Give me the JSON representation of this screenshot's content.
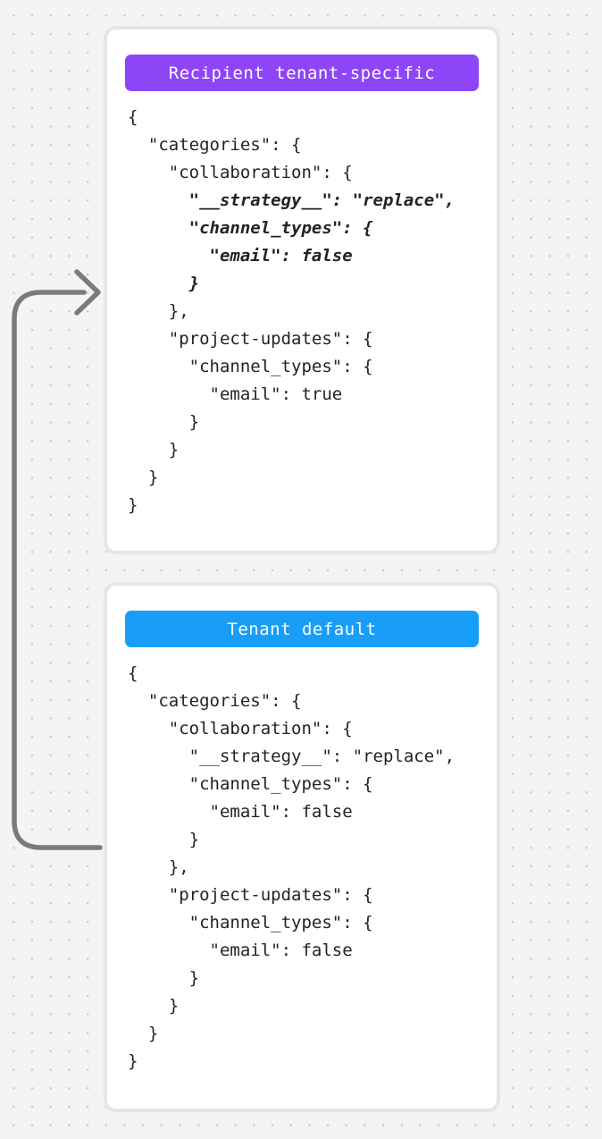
{
  "background": {
    "color": "#f4f4f5",
    "dot_color": "#c7c7c9"
  },
  "arrow": {
    "name": "merge-flow-arrow",
    "color": "#7b7b7d",
    "description": "curved arrow from tenant-default card pointing up into recipient tenant-specific card"
  },
  "cards": [
    {
      "badge": {
        "label": "Recipient tenant-specific",
        "color": "#8e45f8"
      },
      "code_lines": [
        {
          "text": "{",
          "emphasis": false
        },
        {
          "text": "  \"categories\": {",
          "emphasis": false
        },
        {
          "text": "    \"collaboration\": {",
          "emphasis": false
        },
        {
          "text": "      \"__strategy__\": \"replace\",",
          "emphasis": true
        },
        {
          "text": "      \"channel_types\": {",
          "emphasis": true
        },
        {
          "text": "        \"email\": false",
          "emphasis": true
        },
        {
          "text": "      }",
          "emphasis": true
        },
        {
          "text": "    },",
          "emphasis": false
        },
        {
          "text": "    \"project-updates\": {",
          "emphasis": false
        },
        {
          "text": "      \"channel_types\": {",
          "emphasis": false
        },
        {
          "text": "        \"email\": true",
          "emphasis": false
        },
        {
          "text": "      }",
          "emphasis": false
        },
        {
          "text": "    }",
          "emphasis": false
        },
        {
          "text": "  }",
          "emphasis": false
        },
        {
          "text": "}",
          "emphasis": false
        }
      ]
    },
    {
      "badge": {
        "label": "Tenant default",
        "color": "#189ef8"
      },
      "code_lines": [
        {
          "text": "{",
          "emphasis": false
        },
        {
          "text": "  \"categories\": {",
          "emphasis": false
        },
        {
          "text": "    \"collaboration\": {",
          "emphasis": false
        },
        {
          "text": "      \"__strategy__\": \"replace\",",
          "emphasis": false
        },
        {
          "text": "      \"channel_types\": {",
          "emphasis": false
        },
        {
          "text": "        \"email\": false",
          "emphasis": false
        },
        {
          "text": "      }",
          "emphasis": false
        },
        {
          "text": "    },",
          "emphasis": false
        },
        {
          "text": "    \"project-updates\": {",
          "emphasis": false
        },
        {
          "text": "      \"channel_types\": {",
          "emphasis": false
        },
        {
          "text": "        \"email\": false",
          "emphasis": false
        },
        {
          "text": "      }",
          "emphasis": false
        },
        {
          "text": "    }",
          "emphasis": false
        },
        {
          "text": "  }",
          "emphasis": false
        },
        {
          "text": "}",
          "emphasis": false
        }
      ]
    }
  ]
}
